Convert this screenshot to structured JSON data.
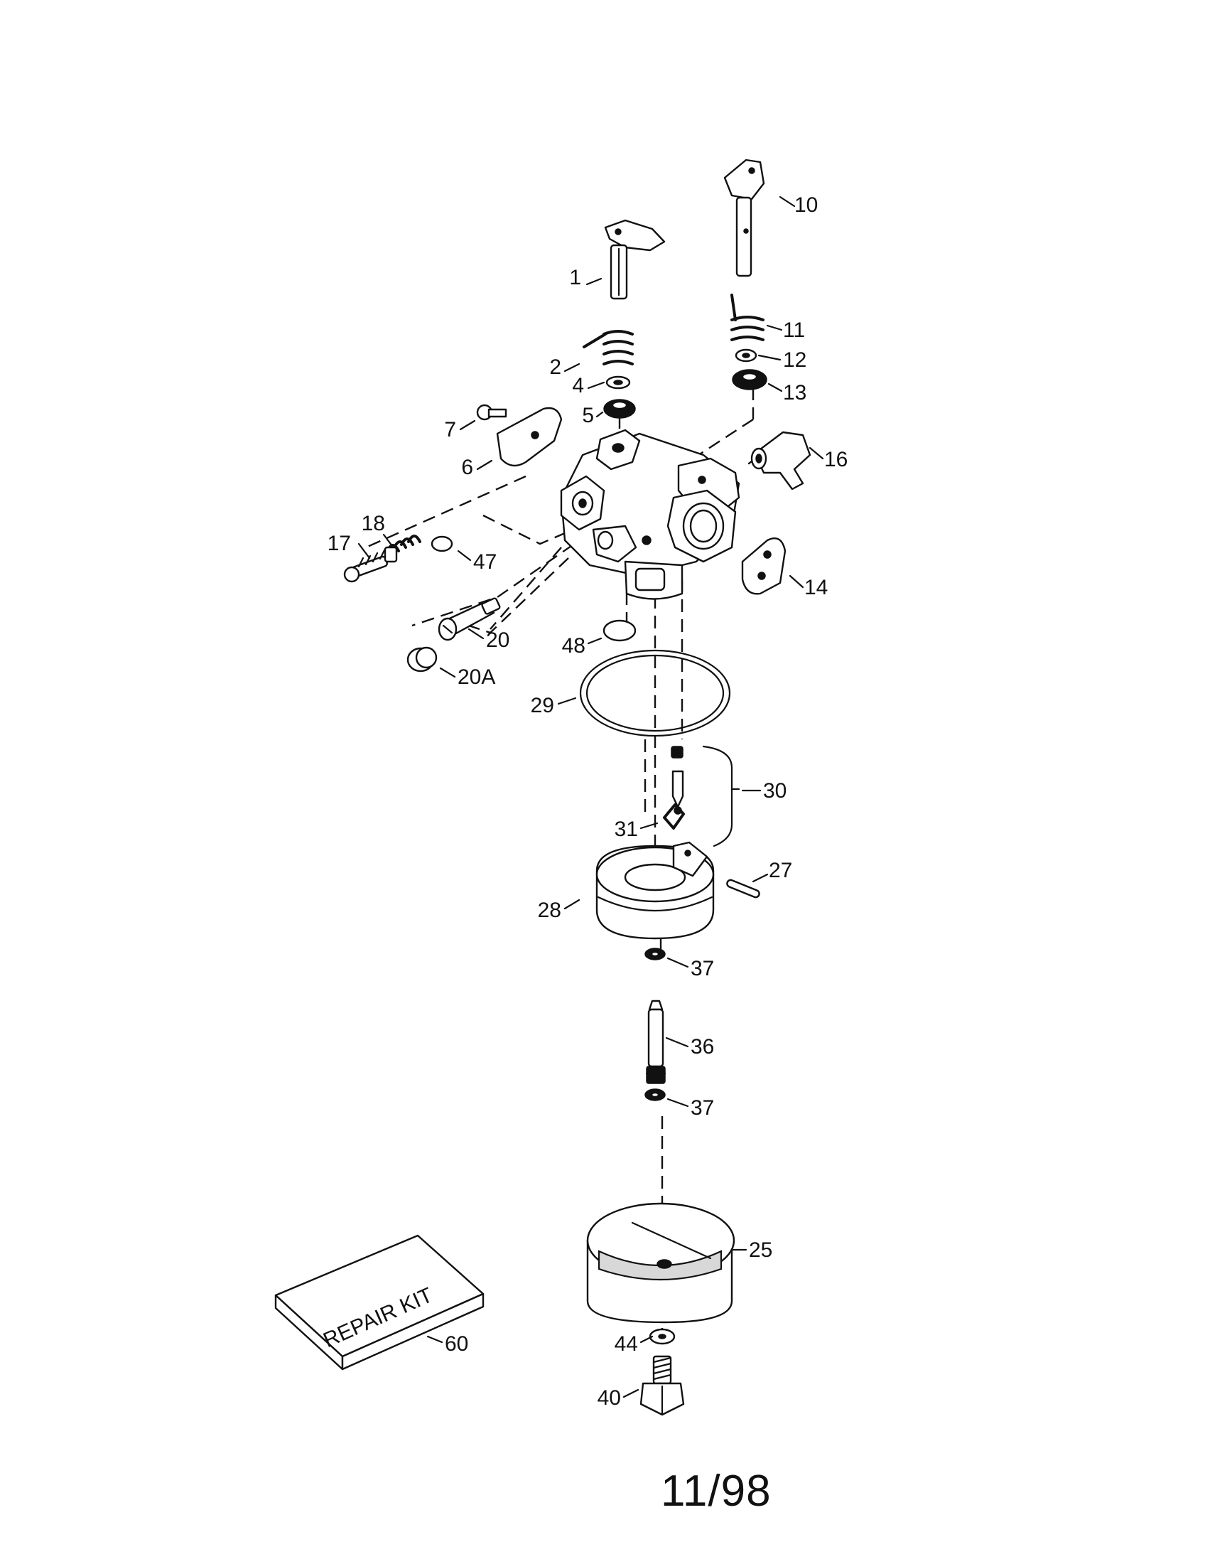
{
  "parts": [
    {
      "key": "p1",
      "label": "1"
    },
    {
      "key": "p2",
      "label": "2"
    },
    {
      "key": "p4",
      "label": "4"
    },
    {
      "key": "p5",
      "label": "5"
    },
    {
      "key": "p6",
      "label": "6"
    },
    {
      "key": "p7",
      "label": "7"
    },
    {
      "key": "p10",
      "label": "10"
    },
    {
      "key": "p11",
      "label": "11"
    },
    {
      "key": "p12",
      "label": "12"
    },
    {
      "key": "p13",
      "label": "13"
    },
    {
      "key": "p14",
      "label": "14"
    },
    {
      "key": "p16",
      "label": "16"
    },
    {
      "key": "p17",
      "label": "17"
    },
    {
      "key": "p18",
      "label": "18"
    },
    {
      "key": "p20",
      "label": "20"
    },
    {
      "key": "p20A",
      "label": "20A"
    },
    {
      "key": "p25",
      "label": "25"
    },
    {
      "key": "p27",
      "label": "27"
    },
    {
      "key": "p28",
      "label": "28"
    },
    {
      "key": "p29",
      "label": "29"
    },
    {
      "key": "p30",
      "label": "30"
    },
    {
      "key": "p31",
      "label": "31"
    },
    {
      "key": "p36",
      "label": "36"
    },
    {
      "key": "p37a",
      "label": "37"
    },
    {
      "key": "p37b",
      "label": "37"
    },
    {
      "key": "p40",
      "label": "40"
    },
    {
      "key": "p44",
      "label": "44"
    },
    {
      "key": "p47",
      "label": "47"
    },
    {
      "key": "p48",
      "label": "48"
    },
    {
      "key": "p60",
      "label": "60"
    }
  ],
  "repair_kit_text": "REPAIR KIT",
  "footer_date": "11/98"
}
